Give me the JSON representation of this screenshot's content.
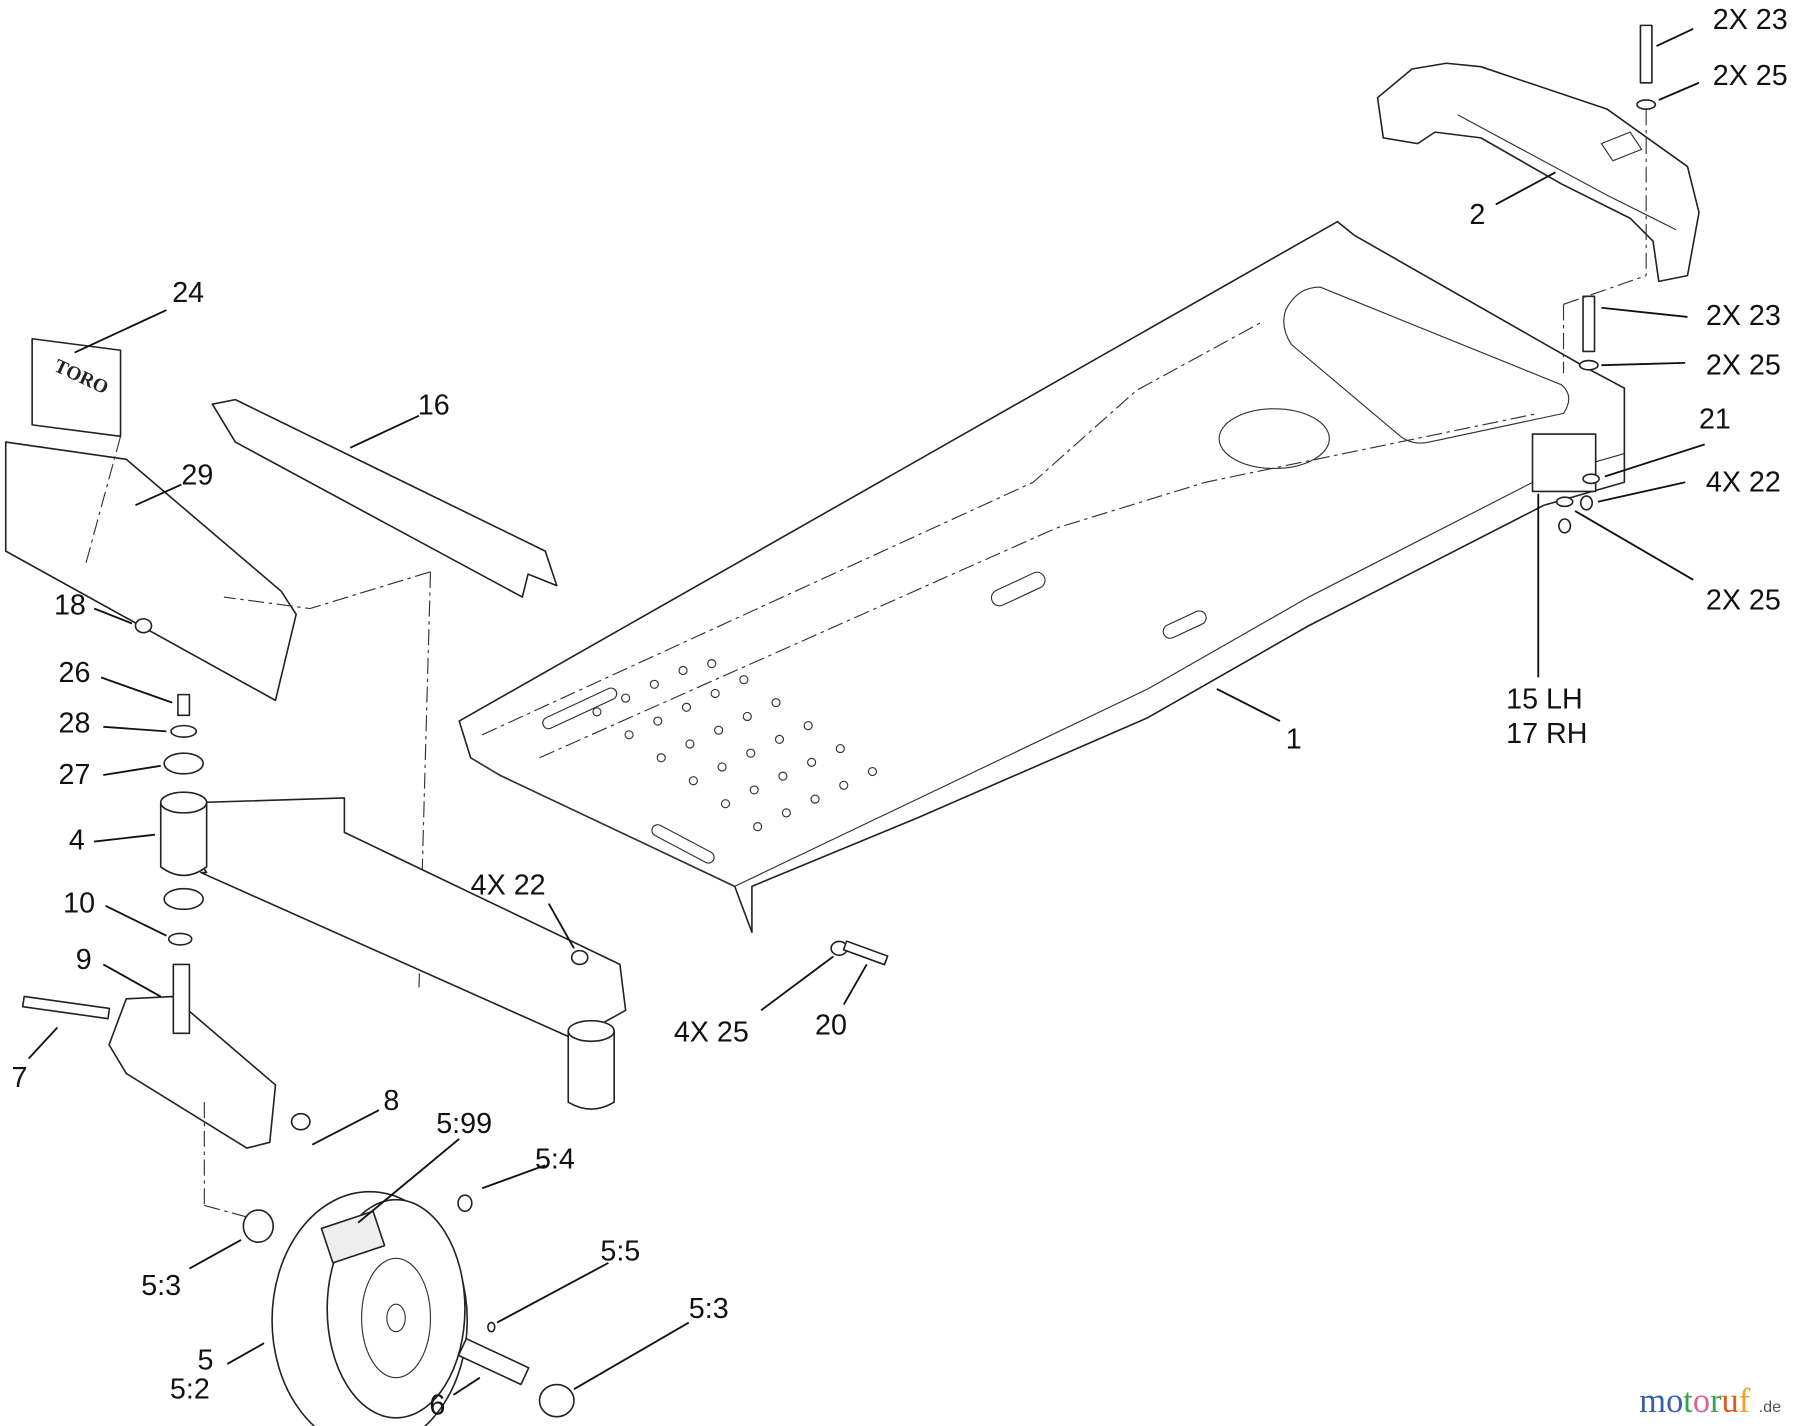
{
  "callouts": [
    {
      "id": "c1",
      "text": "2X 23"
    },
    {
      "id": "c2",
      "text": "2X 25"
    },
    {
      "id": "c3",
      "text": "2"
    },
    {
      "id": "c4",
      "text": "2X 23"
    },
    {
      "id": "c5",
      "text": "2X 25"
    },
    {
      "id": "c6",
      "text": "21"
    },
    {
      "id": "c7",
      "text": "4X 22"
    },
    {
      "id": "c8",
      "text": "2X 25"
    },
    {
      "id": "c9",
      "text": "15  LH"
    },
    {
      "id": "c10",
      "text": "17  RH"
    },
    {
      "id": "c11",
      "text": "1"
    },
    {
      "id": "c12",
      "text": "24"
    },
    {
      "id": "c13",
      "text": "16"
    },
    {
      "id": "c14",
      "text": "29"
    },
    {
      "id": "c15",
      "text": "18"
    },
    {
      "id": "c16",
      "text": "26"
    },
    {
      "id": "c17",
      "text": "28"
    },
    {
      "id": "c18",
      "text": "27"
    },
    {
      "id": "c19",
      "text": "4"
    },
    {
      "id": "c20",
      "text": "10"
    },
    {
      "id": "c21",
      "text": "9"
    },
    {
      "id": "c22",
      "text": "7"
    },
    {
      "id": "c23",
      "text": "8"
    },
    {
      "id": "c24",
      "text": "5:99"
    },
    {
      "id": "c25",
      "text": "5:4"
    },
    {
      "id": "c26",
      "text": "5:5"
    },
    {
      "id": "c27",
      "text": "5:3"
    },
    {
      "id": "c28",
      "text": "5:3"
    },
    {
      "id": "c29",
      "text": "5"
    },
    {
      "id": "c30",
      "text": "5:2"
    },
    {
      "id": "c31",
      "text": "6"
    },
    {
      "id": "c32",
      "text": "4X  22"
    },
    {
      "id": "c33",
      "text": "4X 25"
    },
    {
      "id": "c34",
      "text": "20"
    }
  ],
  "decal_logo": "TORO",
  "watermark": {
    "main": "motoruf",
    "suffix": ".de",
    "colors": [
      "#3a5fb0",
      "#3a5fb0",
      "#3aa04a",
      "#e0609a",
      "#3aa04a",
      "#e05a20",
      "#f0a020",
      "#f0c020"
    ]
  }
}
